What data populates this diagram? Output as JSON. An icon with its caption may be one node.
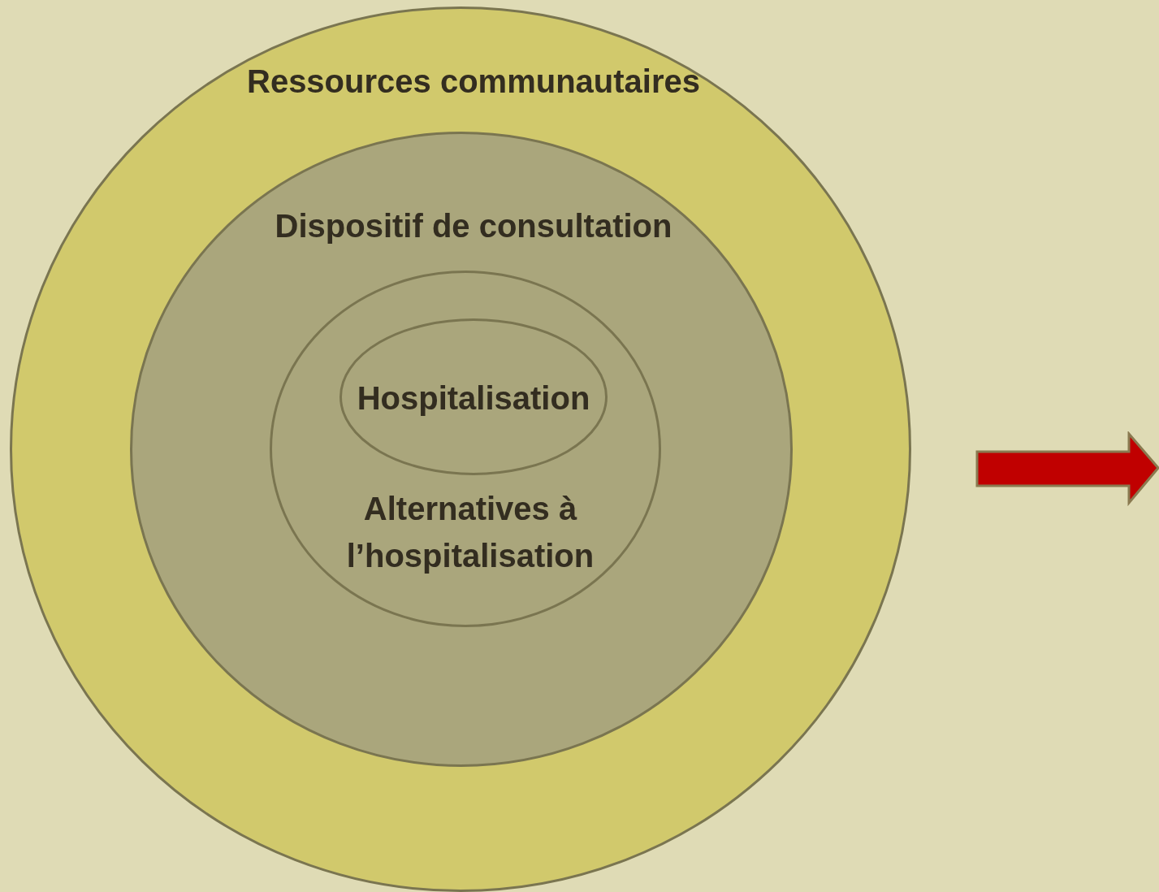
{
  "diagram": {
    "nodes": [
      {
        "text": [
          "Ressources communautaires"
        ]
      },
      {
        "text": [
          "Dispositif de consultation"
        ],
        "in": 0
      },
      {
        "text": [
          "Alternatives à l’hospitalisation"
        ],
        "in": 1
      },
      {
        "text": [
          "Hospitalisation"
        ],
        "in": 2
      }
    ],
    "edges": []
  }
}
